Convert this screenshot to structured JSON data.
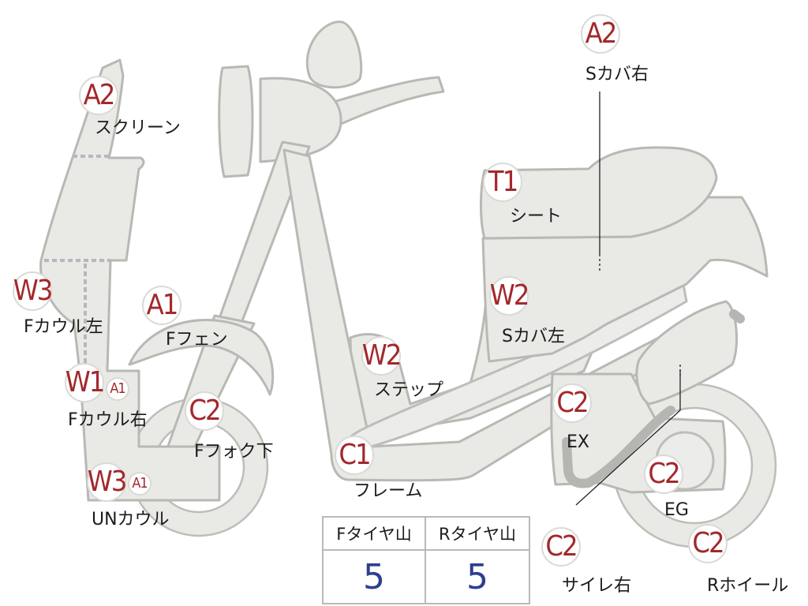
{
  "labels": {
    "screen": {
      "grade": "A2",
      "name": "スクリーン"
    },
    "f_cowl_left": {
      "grade": "W3",
      "name": "Fカウル左"
    },
    "f_cowl_right": {
      "grade": "W1",
      "sub_grade": "A1",
      "name": "Fカウル右"
    },
    "un_cowl": {
      "grade": "W3",
      "sub_grade": "A1",
      "name": "UNカウル"
    },
    "f_fender": {
      "grade": "A1",
      "name": "Fフェン"
    },
    "f_fork_lower": {
      "grade": "C2",
      "name": "Fフォク下"
    },
    "step": {
      "grade": "W2",
      "name": "ステップ"
    },
    "frame": {
      "grade": "C1",
      "name": "フレーム"
    },
    "seat": {
      "grade": "T1",
      "name": "シート"
    },
    "s_cover_left": {
      "grade": "W2",
      "name": "Sカバ左"
    },
    "s_cover_right": {
      "grade": "A2",
      "name": "Sカバ右"
    },
    "exhaust": {
      "grade": "C2",
      "name": "EX"
    },
    "engine": {
      "grade": "C2",
      "name": "EG"
    },
    "muffler_right": {
      "grade": "C2",
      "name": "サイレ右"
    },
    "r_wheel": {
      "grade": "C2",
      "name": "Rホイール"
    }
  },
  "tire_table": {
    "headers": [
      "Fタイヤ山",
      "Rタイヤ山"
    ],
    "values": [
      "5",
      "5"
    ]
  }
}
